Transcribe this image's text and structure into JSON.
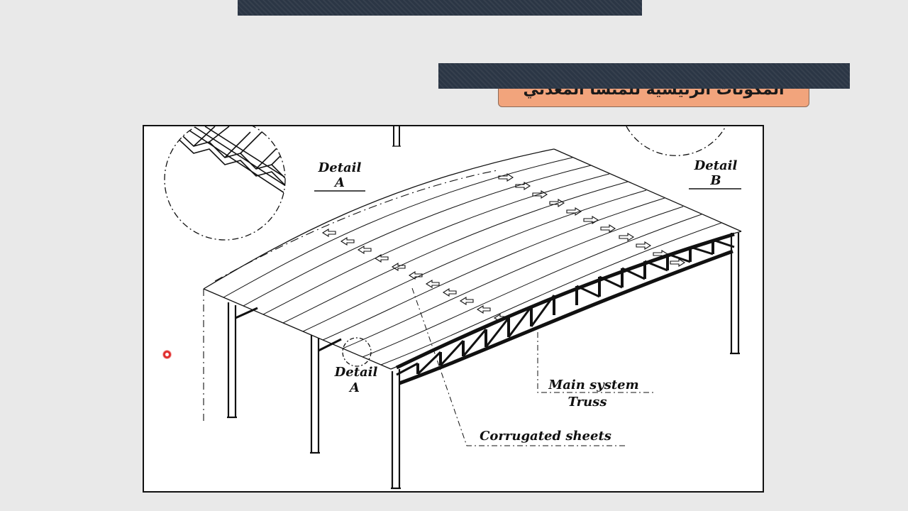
{
  "slide": {
    "title": "المكونات الرئيسية للمنشأ المعدني"
  },
  "figure": {
    "labels": {
      "detail_a_top": "Detail",
      "detail_a_top_letter": "A",
      "detail_b": "Detail",
      "detail_b_letter": "B",
      "detail_a_callout": "Detail",
      "detail_a_callout_letter": "A",
      "main_system": "Main system",
      "truss": "Truss",
      "corrugated_sheets": "Corrugated sheets"
    },
    "colors": {
      "line": "#111111",
      "background": "#ffffff"
    }
  }
}
